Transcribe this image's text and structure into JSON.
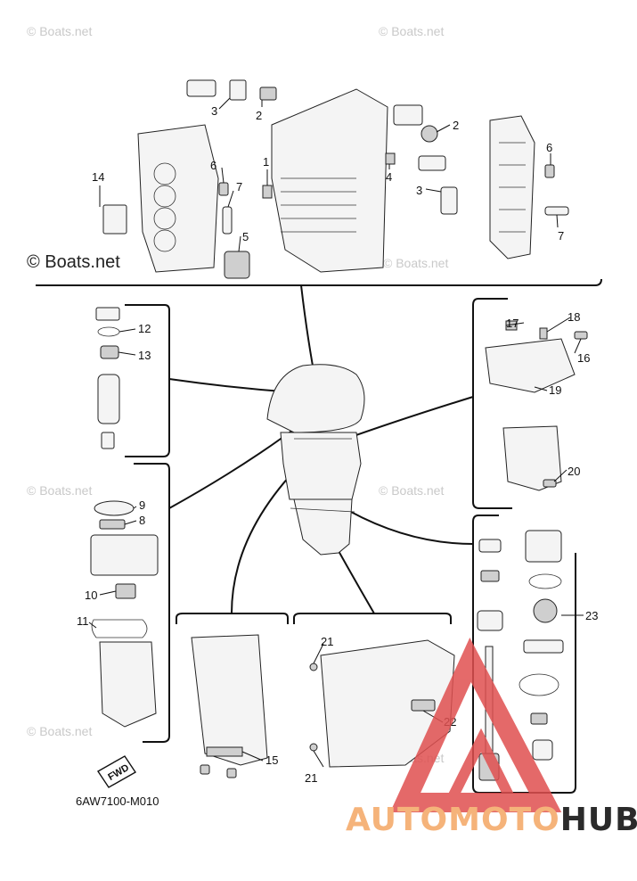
{
  "diagram": {
    "model_code": "6AW7100-M010",
    "fwd_label": "FWD",
    "callouts": [
      {
        "id": "c1",
        "label": "1"
      },
      {
        "id": "c2a",
        "label": "2"
      },
      {
        "id": "c2b",
        "label": "2"
      },
      {
        "id": "c3a",
        "label": "3"
      },
      {
        "id": "c3b",
        "label": "3"
      },
      {
        "id": "c4",
        "label": "4"
      },
      {
        "id": "c5",
        "label": "5"
      },
      {
        "id": "c6a",
        "label": "6"
      },
      {
        "id": "c6b",
        "label": "6"
      },
      {
        "id": "c7a",
        "label": "7"
      },
      {
        "id": "c7b",
        "label": "7"
      },
      {
        "id": "c8",
        "label": "8"
      },
      {
        "id": "c9",
        "label": "9"
      },
      {
        "id": "c10",
        "label": "10"
      },
      {
        "id": "c11",
        "label": "11"
      },
      {
        "id": "c12",
        "label": "12"
      },
      {
        "id": "c13",
        "label": "13"
      },
      {
        "id": "c14",
        "label": "14"
      },
      {
        "id": "c15",
        "label": "15"
      },
      {
        "id": "c16",
        "label": "16"
      },
      {
        "id": "c17",
        "label": "17"
      },
      {
        "id": "c18",
        "label": "18"
      },
      {
        "id": "c19",
        "label": "19"
      },
      {
        "id": "c20",
        "label": "20"
      },
      {
        "id": "c21a",
        "label": "21"
      },
      {
        "id": "c21b",
        "label": "21"
      },
      {
        "id": "c22",
        "label": "22"
      },
      {
        "id": "c23",
        "label": "23"
      }
    ]
  },
  "watermarks": {
    "small": "© Boats.net",
    "large": "© Boats.net"
  },
  "branding": {
    "part1": "AUTOMOTO",
    "part2": "HUB",
    "accent_color": "#f5b37a",
    "dark_color": "#2b2b2b",
    "logo_color": "#e05050"
  }
}
